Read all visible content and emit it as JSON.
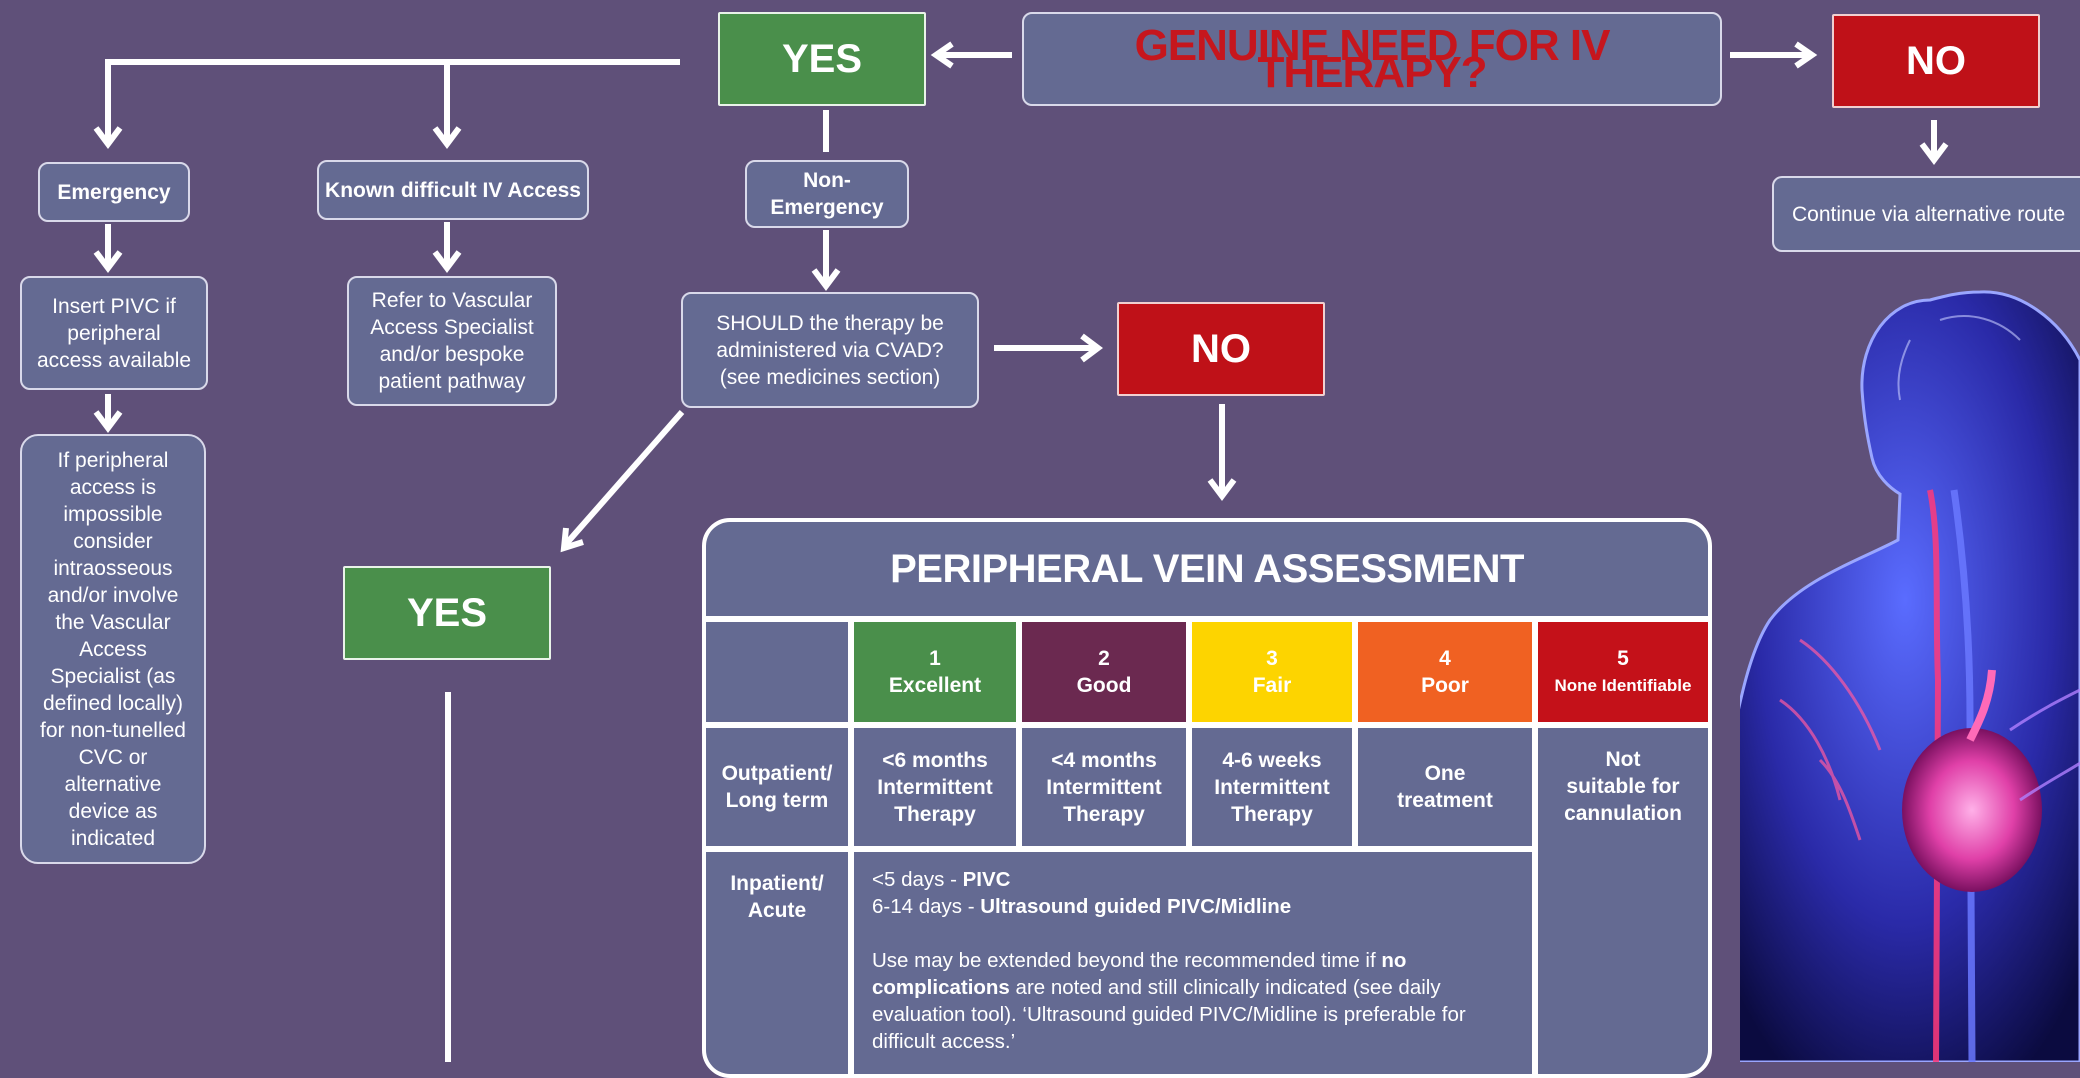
{
  "header": {
    "question": "GENUINE NEED FOR IV THERAPY?",
    "yes": "YES",
    "no": "NO"
  },
  "yes_branch": {
    "emergency": "Emergency",
    "known_difficult": "Known difficult IV Access",
    "non_emergency": "Non-\nEmergency",
    "insert_pivc": "Insert PIVC if peripheral access available",
    "if_impossible": "If peripheral access is impossible consider intraosseous and/or involve the Vascular Access Specialist (as defined locally) for non-tunelled CVC or alternative device as indicated",
    "refer": "Refer to Vascular Access Specialist and/or bespoke patient pathway",
    "cvad_question": "SHOULD the therapy be administered via CVAD? (see medicines section)",
    "cvad_no": "NO",
    "cvad_yes": "YES"
  },
  "no_branch": {
    "continue": "Continue via alternative route"
  },
  "assessment": {
    "title": "PERIPHERAL VEIN ASSESSMENT",
    "grades": [
      {
        "num": "1",
        "label": "Excellent",
        "color": "#4a8f4b"
      },
      {
        "num": "2",
        "label": "Good",
        "color": "#6b2950"
      },
      {
        "num": "3",
        "label": "Fair",
        "color": "#fdd400"
      },
      {
        "num": "4",
        "label": "Poor",
        "color": "#f06122"
      },
      {
        "num": "5",
        "label": "None Identifiable",
        "color": "#c41119"
      }
    ],
    "rows": {
      "outpatient": {
        "label": "Outpatient/\nLong term",
        "cells": [
          "<6 months\nIntermittent\nTherapy",
          "<4 months\nIntermittent\nTherapy",
          "4-6 weeks\nIntermittent\nTherapy",
          "One\ntreatment"
        ]
      },
      "inpatient": {
        "label": "Inpatient/\nAcute",
        "line1_prefix": "<5 days - ",
        "line1_bold": "PIVC",
        "line2_prefix": "6-14 days  - ",
        "line2_bold": "Ultrasound guided PIVC/Midline",
        "note_a": "Use may be extended beyond  the recommended time if ",
        "note_b": "no complications",
        "note_c": " are noted and still clinically indicated (see daily evaluation tool). ‘Ultrasound guided PIVC/Midline is preferable for difficult access.’"
      },
      "not_suitable": "Not\nsuitable for\ncannulation"
    }
  }
}
